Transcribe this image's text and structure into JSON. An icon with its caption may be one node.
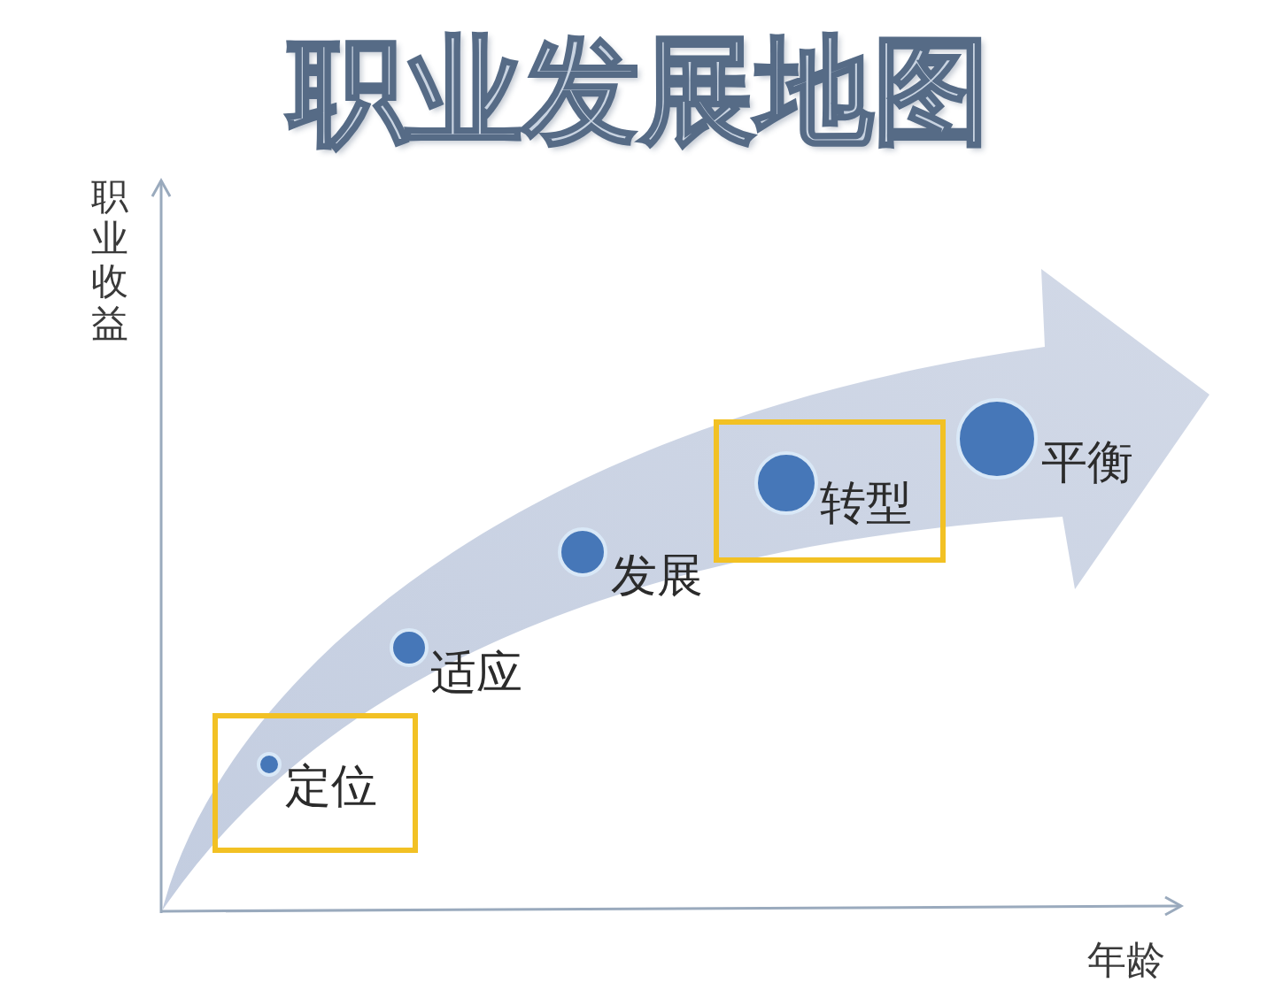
{
  "diagram": {
    "title": "职业发展地图",
    "nodes": [
      {
        "text": [],
        "shape": "box"
      },
      {
        "text": [],
        "shape": "circle",
        "in": 0,
        "beside": [
          "定位"
        ]
      },
      {
        "text": [],
        "shape": "circle",
        "beside": [
          "适应"
        ]
      },
      {
        "text": [],
        "shape": "circle",
        "beside": [
          "发展"
        ]
      },
      {
        "text": [],
        "shape": "box"
      },
      {
        "text": [],
        "shape": "circle",
        "in": 4,
        "beside": [
          "转型"
        ]
      },
      {
        "text": [],
        "shape": "circle",
        "beside": [
          "平衡"
        ]
      }
    ],
    "labels": [
      "职业收益",
      "年龄"
    ]
  }
}
